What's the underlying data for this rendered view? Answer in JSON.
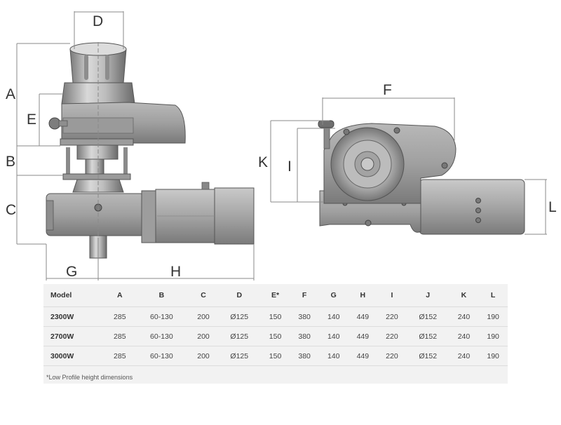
{
  "dimensions": {
    "labels": {
      "A": "A",
      "B": "B",
      "C": "C",
      "D": "D",
      "E": "E",
      "F": "F",
      "G": "G",
      "H": "H",
      "I": "I",
      "K": "K",
      "L": "L"
    }
  },
  "table": {
    "headers": [
      "Model",
      "A",
      "B",
      "C",
      "D",
      "E*",
      "F",
      "G",
      "H",
      "I",
      "J",
      "K",
      "L"
    ],
    "rows": [
      [
        "2300W",
        "285",
        "60-130",
        "200",
        "Ø125",
        "150",
        "380",
        "140",
        "449",
        "220",
        "Ø152",
        "240",
        "190"
      ],
      [
        "2700W",
        "285",
        "60-130",
        "200",
        "Ø125",
        "150",
        "380",
        "140",
        "449",
        "220",
        "Ø152",
        "240",
        "190"
      ],
      [
        "3000W",
        "285",
        "60-130",
        "200",
        "Ø125",
        "150",
        "380",
        "140",
        "449",
        "220",
        "Ø152",
        "240",
        "190"
      ]
    ],
    "footnote": "*Low Profile height dimensions"
  },
  "colors": {
    "metal_light": "#d4d4d4",
    "metal_mid": "#a8a8a8",
    "metal_dark": "#6e6e6e",
    "table_bg": "#f2f2f2"
  }
}
